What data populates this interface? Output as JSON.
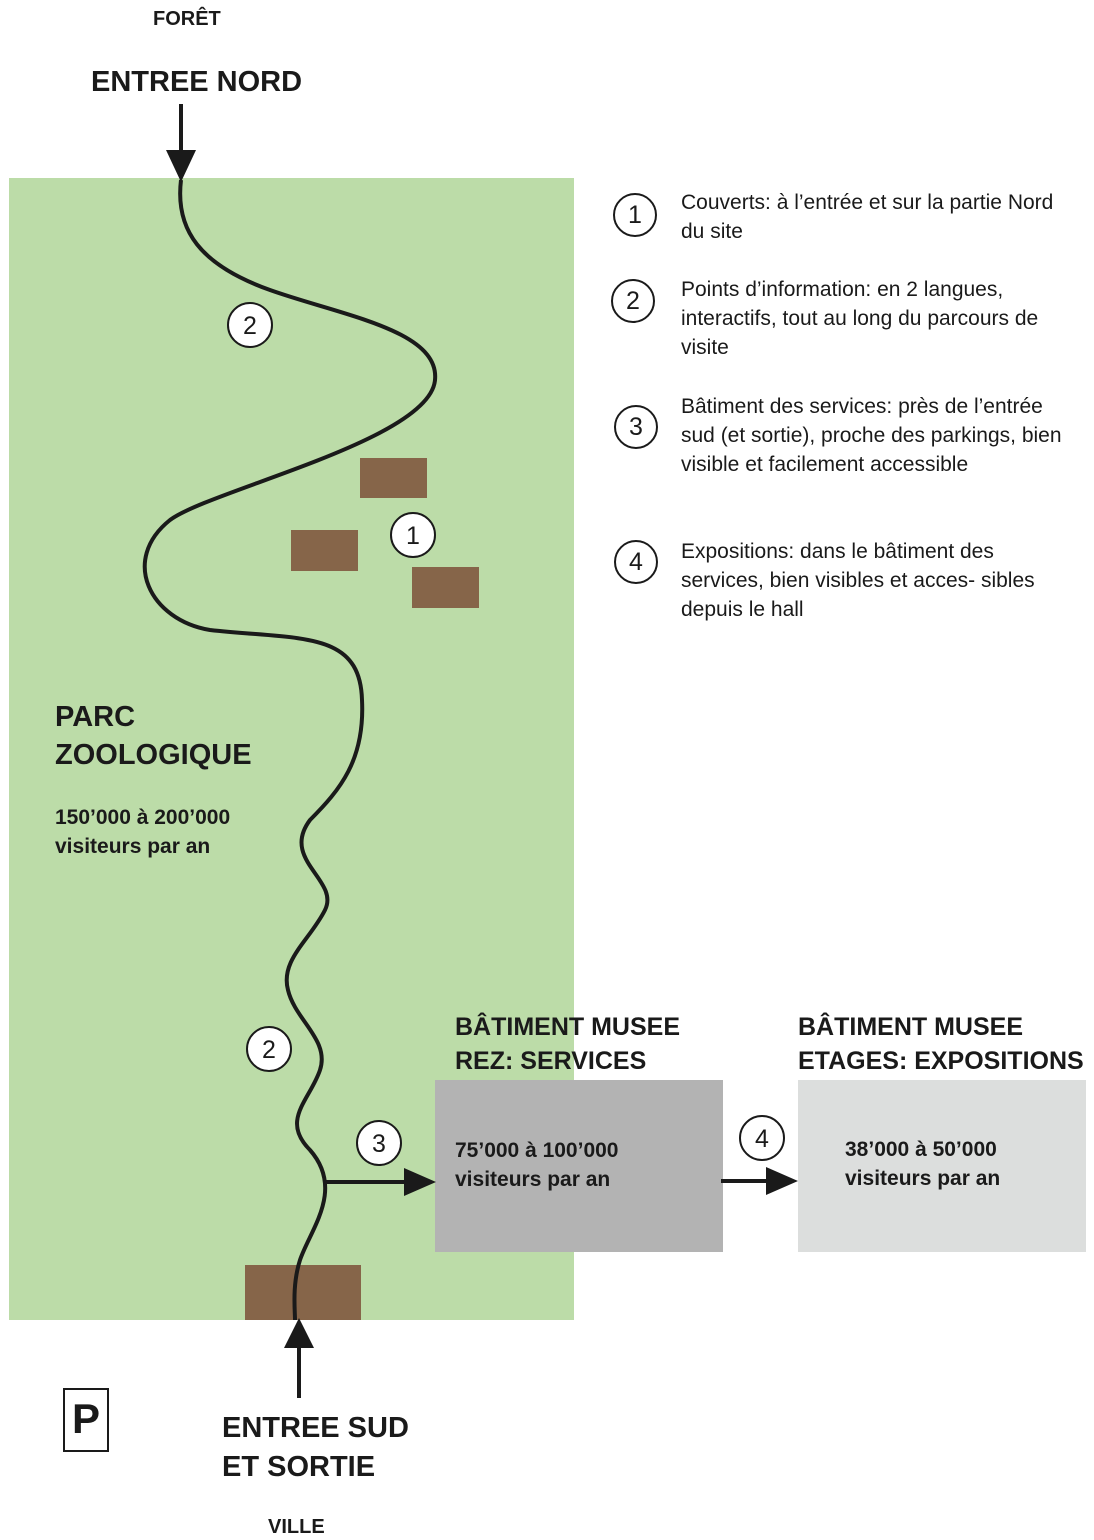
{
  "colors": {
    "park_green": "#bcdca8",
    "building_brown": "#866549",
    "services_gray": "#b3b3b3",
    "expo_gray": "#dcdedd",
    "ink": "#1a1a1a"
  },
  "labels": {
    "north": "FORÊT",
    "north_entrance": "ENTREE NORD",
    "park_title_1": "PARC",
    "park_title_2": "ZOOLOGIQUE",
    "park_visitors_1": "150’000 à 200’000",
    "park_visitors_2": "visiteurs par an",
    "services_title_1": "BÂTIMENT MUSEE",
    "services_title_2": "REZ: SERVICES",
    "services_visitors_1": "75’000 à 100’000",
    "services_visitors_2": "visiteurs par an",
    "expo_title_1": "BÂTIMENT MUSEE",
    "expo_title_2": "ETAGES: EXPOSITIONS",
    "expo_visitors_1": "38’000 à  50’000",
    "expo_visitors_2": "visiteurs par an",
    "south_entrance_1": "ENTREE SUD",
    "south_entrance_2": "ET SORTIE",
    "south": "VILLE",
    "parking": "P"
  },
  "markers": {
    "m1": "1",
    "m2a": "2",
    "m2b": "2",
    "m3": "3",
    "m4": "4"
  },
  "legend": [
    {
      "num": "1",
      "text": "Couverts: à l’entrée et sur la partie Nord du site"
    },
    {
      "num": "2",
      "text": "Points d’information: en 2 langues, interactifs, tout au long du parcours de visite"
    },
    {
      "num": "3",
      "text": "Bâtiment des services: près de l’entrée sud (et sortie), proche des parkings, bien visible et facilement accessible"
    },
    {
      "num": "4",
      "text": "Expositions: dans le bâtiment des services, bien visibles et acces- sibles depuis le hall"
    }
  ]
}
